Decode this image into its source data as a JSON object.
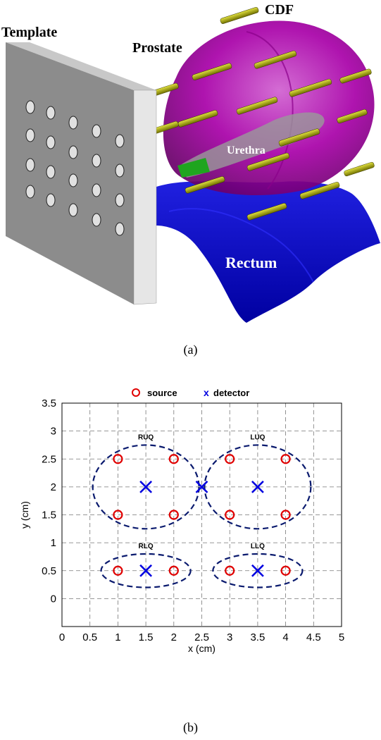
{
  "figure_a": {
    "labels": {
      "template": "Template",
      "prostate": "Prostate",
      "cdf": "CDF",
      "urethra": "Urethra",
      "rectum": "Rectum"
    },
    "colors": {
      "prostate": "#b400b4",
      "rectum": "#0000c8",
      "template_face": "#8c8c8c",
      "cdf": "#b4b400",
      "urethra_tip": "#1fa51f"
    }
  },
  "caption_a": "(a)",
  "caption_b": "(b)",
  "chart_data": {
    "type": "scatter",
    "title": "",
    "xlabel": "x (cm)",
    "ylabel": "y (cm)",
    "xlim": [
      0,
      5
    ],
    "ylim": [
      -0.5,
      3.5
    ],
    "xticks": [
      "0",
      "0.5",
      "1",
      "1.5",
      "2",
      "2.5",
      "3",
      "3.5",
      "4",
      "4.5",
      "5"
    ],
    "yticks": [
      "0",
      "0.5",
      "1",
      "1.5",
      "2",
      "2.5",
      "3",
      "3.5"
    ],
    "grid": true,
    "legend_position": "top",
    "series": [
      {
        "name": "source",
        "marker": "circle",
        "color": "#e00000",
        "points": [
          [
            1,
            2.5
          ],
          [
            2,
            2.5
          ],
          [
            1,
            1.5
          ],
          [
            2,
            1.5
          ],
          [
            3,
            2.5
          ],
          [
            4,
            2.5
          ],
          [
            3,
            1.5
          ],
          [
            4,
            1.5
          ],
          [
            1,
            0.5
          ],
          [
            2,
            0.5
          ],
          [
            3,
            0.5
          ],
          [
            4,
            0.5
          ]
        ]
      },
      {
        "name": "detector",
        "marker": "x",
        "color": "#0000e0",
        "points": [
          [
            1.5,
            2
          ],
          [
            2.5,
            2
          ],
          [
            3.5,
            2
          ],
          [
            1.5,
            0.5
          ],
          [
            3.5,
            0.5
          ]
        ]
      }
    ],
    "regions": [
      {
        "label": "RUQ",
        "cx": 1.5,
        "cy": 2,
        "rx": 0.95,
        "ry": 0.75
      },
      {
        "label": "LUQ",
        "cx": 3.5,
        "cy": 2,
        "rx": 0.95,
        "ry": 0.75
      },
      {
        "label": "RLQ",
        "cx": 1.5,
        "cy": 0.5,
        "rx": 0.8,
        "ry": 0.3
      },
      {
        "label": "LLQ",
        "cx": 3.5,
        "cy": 0.5,
        "rx": 0.8,
        "ry": 0.3
      }
    ],
    "region_color": "#0a1a6e"
  }
}
